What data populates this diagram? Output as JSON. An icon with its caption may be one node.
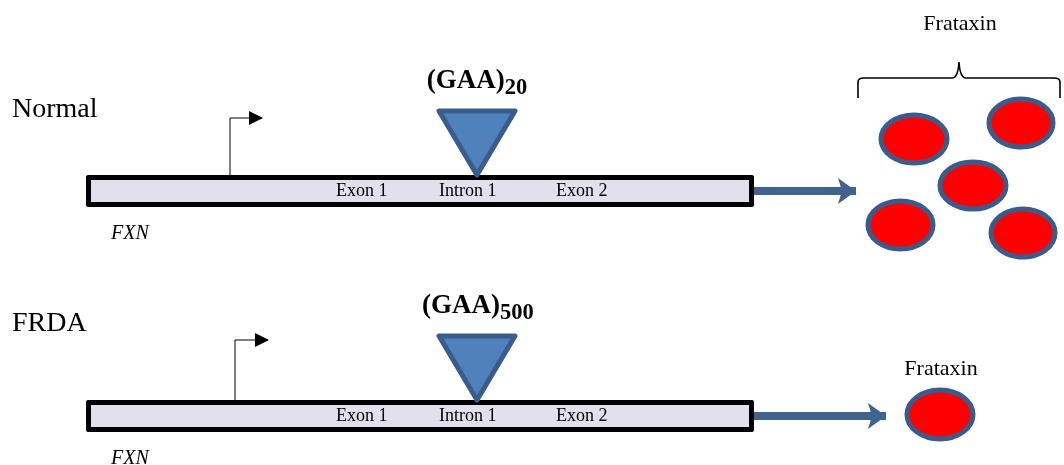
{
  "diagram": {
    "nodes": [
      {
        "text": [
          "Exon 1",
          "Intron 1",
          "Exon 2"
        ],
        "beside": [
          "FXN"
        ]
      },
      {
        "text": [
          "(GAA)$_{20}$"
        ]
      },
      {
        "text": [
          "Frataxin"
        ]
      },
      {
        "text": [],
        "shape": "circle",
        "in": 2
      },
      {
        "text": [],
        "shape": "circle",
        "in": 2
      },
      {
        "text": [],
        "shape": "circle",
        "in": 2
      },
      {
        "text": [],
        "shape": "circle",
        "in": 2
      },
      {
        "text": [],
        "shape": "circle",
        "in": 2
      },
      {
        "text": [
          "Exon 1",
          "Intron 1",
          "Exon 2"
        ],
        "beside": [
          "FXN"
        ]
      },
      {
        "text": [
          "(GAA)$_{500}$"
        ]
      },
      {
        "text": [
          "Frataxin"
        ]
      },
      {
        "text": [],
        "shape": "circle",
        "in": 10
      }
    ],
    "edges": [
      {
        "from": 0,
        "to": 2,
        "arrow": "to"
      },
      {
        "from": 8,
        "to": 10,
        "arrow": "to"
      }
    ],
    "labels": [
      "Normal",
      "FRDA"
    ]
  }
}
